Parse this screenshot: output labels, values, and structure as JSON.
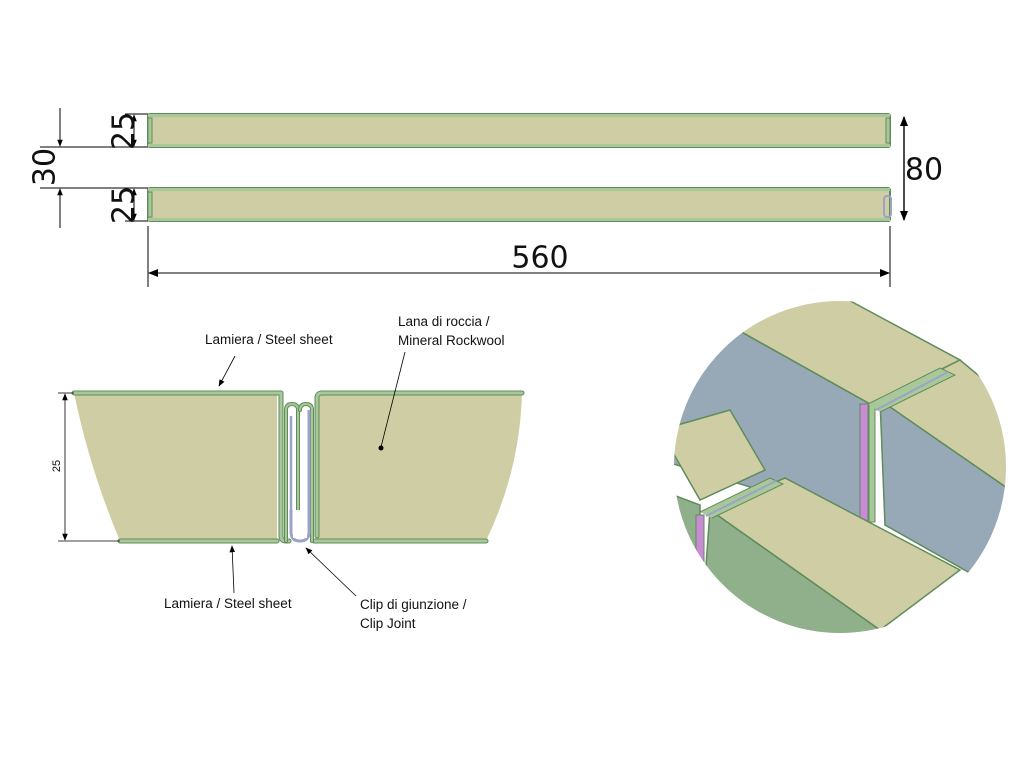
{
  "dimensions": {
    "panel_thickness_top": "25",
    "panel_thickness_bottom": "25",
    "gap": "30",
    "total_height": "80",
    "width": "560",
    "detail_thickness": "25"
  },
  "labels": {
    "steel_sheet_top": "Lamiera /  Steel sheet",
    "steel_sheet_bottom": "Lamiera /  Steel sheet",
    "rockwool_line1": "Lana di roccia /",
    "rockwool_line2": "Mineral  Rockwool",
    "clip_line1": "Clip di giunzione /",
    "clip_line2": "Clip Joint"
  },
  "colors": {
    "fill": "#cfcda4",
    "sheet": "#a8c89a",
    "sheet_edge": "#5f8c5a",
    "clip": "#9aa3c8",
    "clip_accent": "#c98ad6",
    "side_blue": "#97a8b6",
    "side_green": "#8fb08a"
  }
}
